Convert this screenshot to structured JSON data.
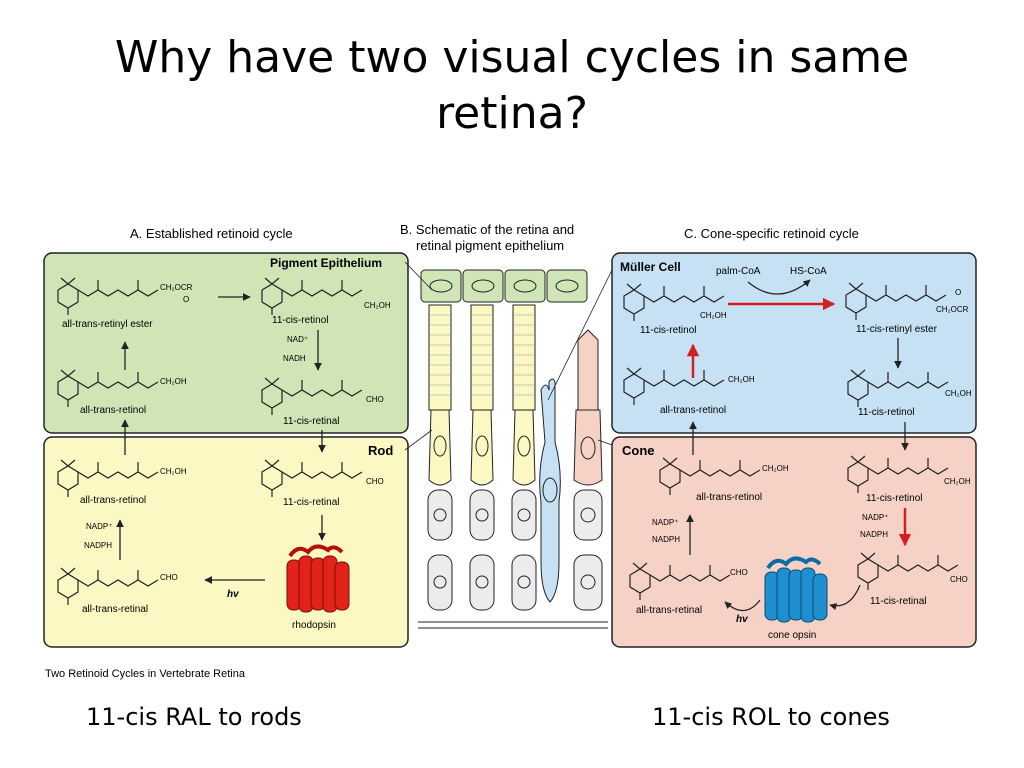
{
  "slide": {
    "title_line1": "Why have two visual cycles in same",
    "title_line2": "retina?",
    "caption_left": "11-cis RAL to rods",
    "caption_right": "11-cis ROL to cones"
  },
  "figure": {
    "caption": "Two Retinoid Cycles in Vertebrate Retina",
    "panel_a": {
      "heading": "A. Established retinoid cycle",
      "top_label": "Pigment Epithelium",
      "bottom_label": "Rod",
      "labels": {
        "retinyl_ester": "all-trans-retinyl ester",
        "cis_retinol": "11-cis-retinol",
        "trans_retinol_top": "all-trans-retinol",
        "cis_retinal_top": "11-cis-retinal",
        "trans_retinol_bottom": "all-trans-retinol",
        "cis_retinal_bottom": "11-cis-retinal",
        "trans_retinal": "all-trans-retinal",
        "rhodopsin": "rhodopsin",
        "nad": "NAD⁺",
        "nadh": "NADH",
        "nadp": "NADP⁺",
        "nadph": "NADPH",
        "hv": "hv",
        "ch2ocr": "CH₂OCR",
        "ch2oh": "CH₂OH",
        "cho": "CHO",
        "o": "O"
      }
    },
    "panel_b": {
      "heading_line1": "B. Schematic of the retina and",
      "heading_line2": "retinal pigment epithelium"
    },
    "panel_c": {
      "heading": "C. Cone-specific retinoid cycle",
      "top_label": "Müller Cell",
      "bottom_label": "Cone",
      "labels": {
        "palm_coa": "palm-CoA",
        "hs_coa": "HS-CoA",
        "cis_retinol_top": "11-cis-retinol",
        "cis_retinyl_ester": "11-cis-retinyl ester",
        "trans_retinol_top": "all-trans-retinol",
        "cis_retinol_right": "11-cis-retinol",
        "trans_retinol_bottom": "all-trans-retinol",
        "cis_retinol_bottom": "11-cis-retinol",
        "trans_retinal": "all-trans-retinal",
        "cis_retinal": "11-cis-retinal",
        "cone_opsin": "cone opsin",
        "nadp": "NADP⁺",
        "nadph": "NADPH",
        "hv": "hv",
        "ch2oh": "CH₂OH",
        "ch2ocr": "CH₂OCR",
        "cho": "CHO",
        "o": "O"
      }
    },
    "colors": {
      "rpe_green": "#cfe5b5",
      "rod_yellow": "#fbf8c4",
      "muller_blue": "#c6e1f3",
      "cone_pink": "#f6d2c6",
      "rhodopsin_red": "#e2231a",
      "cone_opsin_blue": "#1f8fd0",
      "arrow_red": "#d21f1f"
    }
  }
}
